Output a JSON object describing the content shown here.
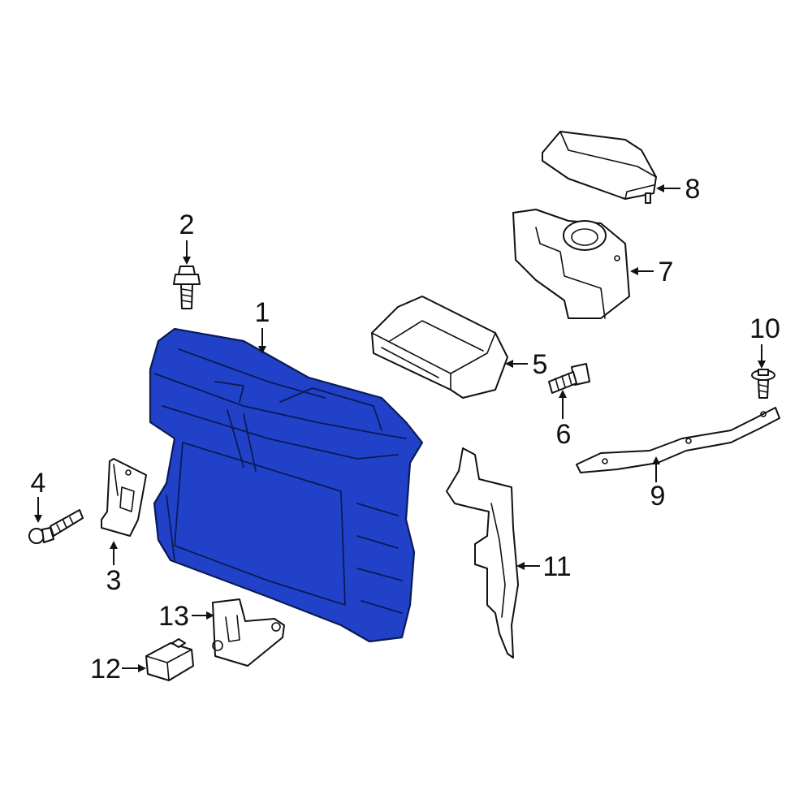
{
  "colors": {
    "highlight": "#2142C8",
    "line": "#111111",
    "background": "#ffffff"
  },
  "callouts": [
    {
      "id": "1",
      "label": "1"
    },
    {
      "id": "2",
      "label": "2"
    },
    {
      "id": "3",
      "label": "3"
    },
    {
      "id": "4",
      "label": "4"
    },
    {
      "id": "5",
      "label": "5"
    },
    {
      "id": "6",
      "label": "6"
    },
    {
      "id": "7",
      "label": "7"
    },
    {
      "id": "8",
      "label": "8"
    },
    {
      "id": "9",
      "label": "9"
    },
    {
      "id": "10",
      "label": "10"
    },
    {
      "id": "11",
      "label": "11"
    },
    {
      "id": "12",
      "label": "12"
    },
    {
      "id": "13",
      "label": "13"
    }
  ],
  "highlighted_part": "1"
}
